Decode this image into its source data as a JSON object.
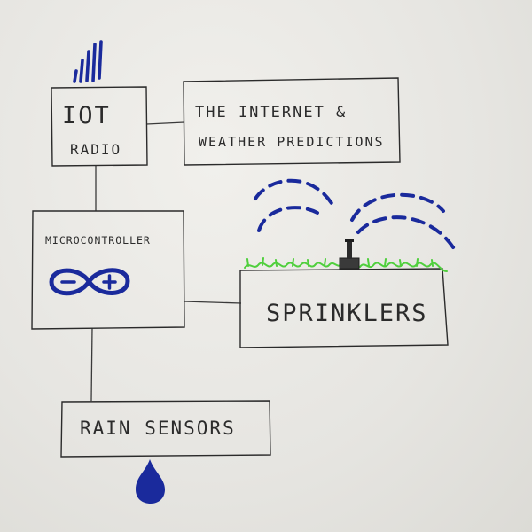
{
  "nodes": {
    "iot_radio": {
      "line1": "IOT",
      "line2": "RADIO"
    },
    "internet": {
      "line1": "THE INTERNET  &",
      "line2": "WEATHER PREDICTIONS"
    },
    "microcontroller": {
      "label": "MICROCONTROLLER"
    },
    "sprinklers": {
      "label": "SPRINKLERS"
    },
    "rain_sensors": {
      "label": "RAIN SENSORS"
    }
  },
  "icons": {
    "radio_signal": "signal-bars-icon",
    "infinity_logo": "infinity-logo-icon",
    "sprinkler": "sprinkler-icon",
    "water_spray": "water-spray-icon",
    "grass": "grass-icon",
    "raindrop": "raindrop-icon"
  },
  "colors": {
    "ink": "#2b2b2b",
    "blue_ink": "#1a2a9c",
    "grass_green": "#4fcf3c",
    "paper": "#ecebe7"
  }
}
